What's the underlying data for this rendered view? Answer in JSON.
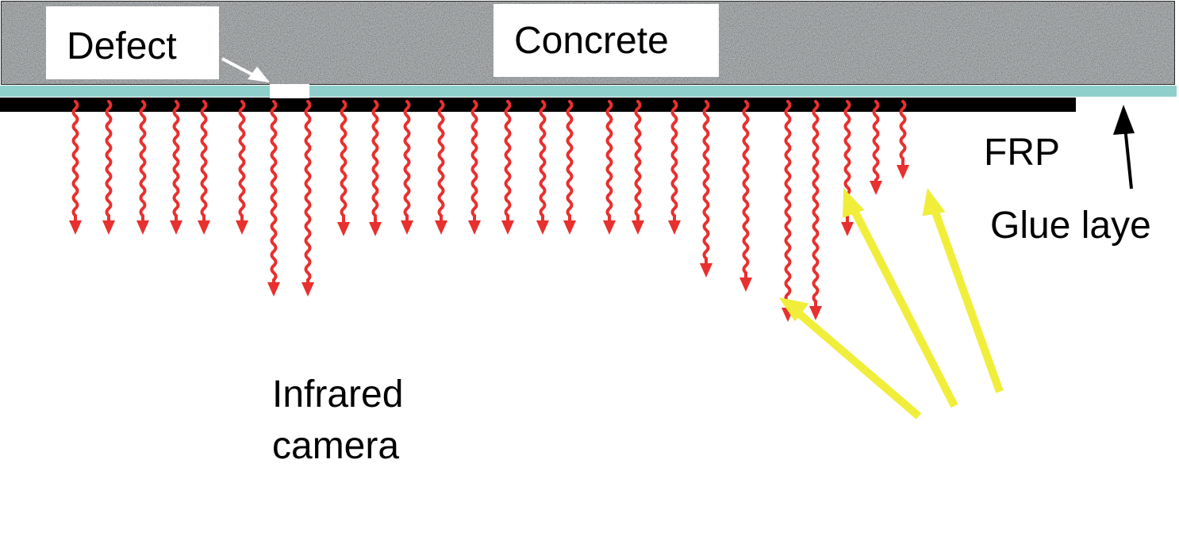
{
  "labels": {
    "defect": "Defect",
    "concrete": "Concrete",
    "frp": "FRP",
    "glue": "Glue laye",
    "camera_line1": "Infrared",
    "camera_line2": "camera"
  },
  "colors": {
    "concrete": "#b9bcbe",
    "glue": "#8fd0cc",
    "frp": "#000000",
    "heat_wave": "#e8302e",
    "light_ray": "#f0ee3a",
    "label_bg": "#ffffff",
    "text": "#000000"
  },
  "icons": {
    "heat": "wavy-arrow-icon",
    "flash": "straight-arrow-icon",
    "pointer": "arrow-icon"
  }
}
